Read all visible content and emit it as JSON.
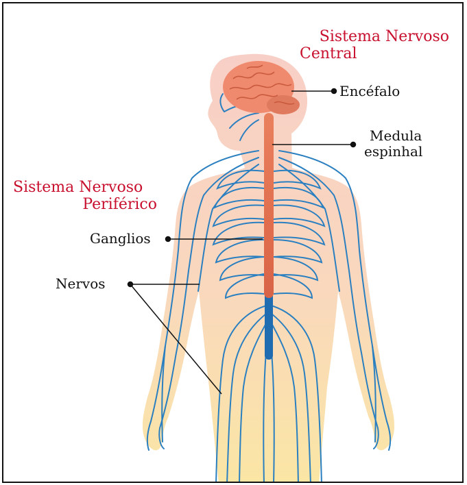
{
  "diagram": {
    "central_title_line1": "Sistema Nervoso",
    "central_title_line2": "Central",
    "peripheral_title_line1": "Sistema Nervoso",
    "peripheral_title_line2": "Periférico",
    "labels": {
      "encefalo": "Encéfalo",
      "medula_line1": "Medula",
      "medula_line2": "espinhal",
      "ganglios": "Ganglios",
      "nervos": "Nervos"
    },
    "colors": {
      "title_red": "#c8102e",
      "skin_pink": "#f7cfc6",
      "skin_yellow": "#fbe3a6",
      "nerve_blue": "#2a7fc0",
      "spine_orange": "#e57a58",
      "brain": "#f08a6e"
    }
  }
}
